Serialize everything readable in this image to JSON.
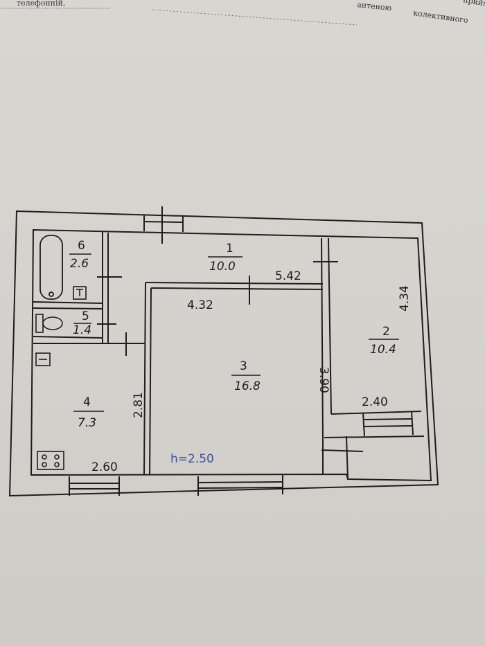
{
  "header": {
    "left_text": "телефоннiй,",
    "right_word_1": "антеною",
    "right_word_2": "колективного",
    "corner_word": "прийм"
  },
  "rooms": [
    {
      "number": "1",
      "area": "10.0"
    },
    {
      "number": "2",
      "area": "10.4"
    },
    {
      "number": "3",
      "area": "16.8"
    },
    {
      "number": "4",
      "area": "7.3"
    },
    {
      "number": "5",
      "area": "1.4"
    },
    {
      "number": "6",
      "area": "2.6"
    }
  ],
  "dimensions": {
    "corridor_length": "5.42",
    "room3_width": "4.32",
    "room3_depth": "3.90",
    "room2_length": "4.34",
    "room2_width": "2.40",
    "kitchen_depth": "2.81",
    "kitchen_width": "2.60",
    "ceiling_height": "h=2.50"
  },
  "colors": {
    "ink": "#1d1d1f",
    "blue_ink": "#3b4fa8",
    "paper": "#d6d3ce"
  }
}
